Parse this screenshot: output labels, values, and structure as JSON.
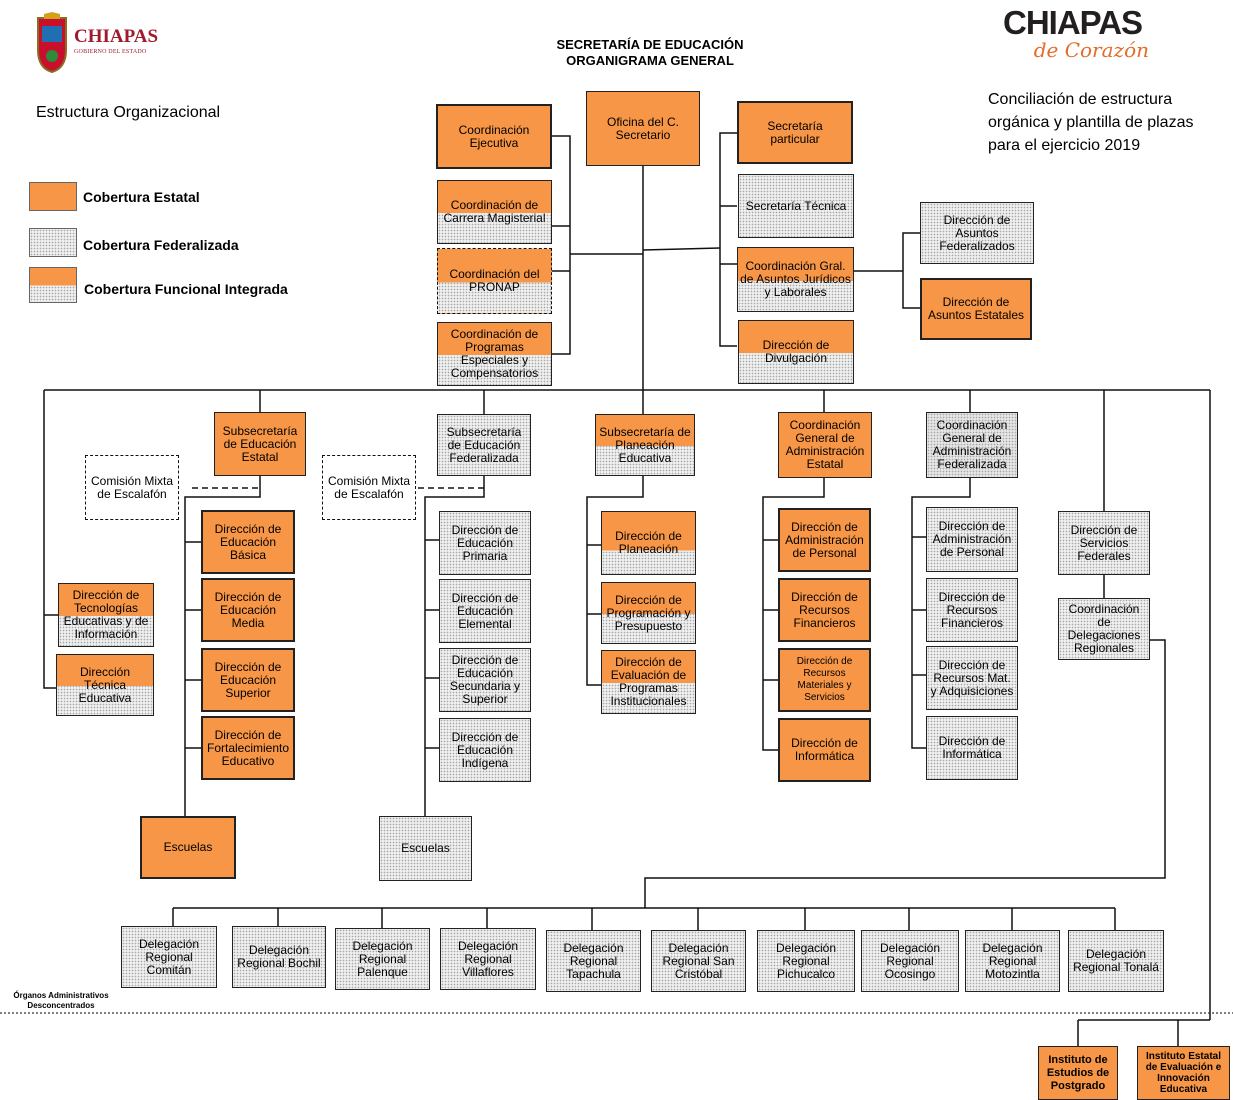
{
  "header": {
    "title_line1": "SECRETARÍA DE EDUCACIÓN",
    "title_line2": "ORGANIGRAMA GENERAL",
    "left_logo_text": "CHIAPAS",
    "left_logo_sub": "GOBIERNO DEL ESTADO",
    "right_logo_text": "CHIAPAS",
    "right_logo_script": "de Corazón",
    "subtitle_left": "Estructura Organizacional",
    "note_right": "Conciliación de estructura orgánica y plantilla de plazas para el ejercicio 2019"
  },
  "legend": [
    {
      "label": "Cobertura Estatal",
      "type": "estatal"
    },
    {
      "label": "Cobertura Federalizada",
      "type": "federalizada"
    },
    {
      "label": "Cobertura Funcional Integrada",
      "type": "funcional"
    }
  ],
  "colors": {
    "estatal": "#f79646",
    "federalizada": "#efefef",
    "line": "#111111"
  },
  "footer_label": "Órganos Administrativos Desconcentrados",
  "units": {
    "oficina": "Oficina del C. Secretario",
    "coord_ejecutiva": "Coordinación Ejecutiva",
    "coord_carrera": "Coordinación de Carrera Magisterial",
    "coord_pronap": "Coordinación del PRONAP",
    "coord_programas": "Coordinación de Programas Especiales y Compensatorios",
    "sec_particular": "Secretaría particular",
    "sec_tecnica": "Secretaría Técnica",
    "coord_juridicos": "Coordinación Gral. de Asuntos Jurídicos y Laborales",
    "dir_divulgacion": "Dirección de Divulgación",
    "dir_asuntos_fed": "Dirección de Asuntos Federalizados",
    "dir_asuntos_est": "Dirección de Asuntos Estatales",
    "dir_tecnologias": "Dirección de Tecnologías Educativas y de Información",
    "dir_tecnica": "Dirección Técnica Educativa",
    "subsec_estatal": "Subsecretaría de Educación Estatal",
    "comision_1": "Comisión Mixta de Escalafón",
    "dir_basica": "Dirección de Educación Básica",
    "dir_media": "Dirección de Educación Media",
    "dir_superior": "Dirección de Educación Superior",
    "dir_fortalecimiento": "Dirección de Fortalecimiento Educativo",
    "escuelas_1": "Escuelas",
    "subsec_federalizada": "Subsecretaría de Educación Federalizada",
    "comision_2": "Comisión Mixta de Escalafón",
    "dir_primaria": "Dirección de Educación Primaria",
    "dir_elemental": "Dirección de Educación Elemental",
    "dir_secundaria": "Dirección de Educación Secundaria y Superior",
    "dir_indigena": "Dirección de Educación Indígena",
    "escuelas_2": "Escuelas",
    "subsec_planeacion": "Subsecretaría de Planeación Educativa",
    "dir_planeacion": "Dirección de Planeación",
    "dir_programacion": "Dirección de Programación y Presupuesto",
    "dir_evaluacion": "Dirección de Evaluación de Programas Institucionales",
    "coord_admin_estatal": "Coordinación General de Administración Estatal",
    "dir_personal_e": "Dirección de Administración de Personal",
    "dir_financieros_e": "Dirección de Recursos Financieros",
    "dir_materiales_e": "Dirección de Recursos Materiales y Servicios",
    "dir_informatica_e": "Dirección de Informática",
    "coord_admin_fed": "Coordinación General de Administración Federalizada",
    "dir_personal_f": "Dirección de Administración de Personal",
    "dir_financieros_f": "Dirección de Recursos Financieros",
    "dir_materiales_f": "Dirección de Recursos Mat. y Adquisiciones",
    "dir_informatica_f": "Dirección de Informática",
    "dir_servicios_fed": "Dirección de Servicios Federales",
    "coord_delegaciones": "Coordinación de Delegaciones Regionales",
    "instituto_postgrado": "Instituto de Estudios de Postgrado",
    "instituto_evaluacion": "Instituto Estatal de Evaluación e Innovación Educativa"
  },
  "delegaciones": [
    "Delegación Regional Comitán",
    "Delegación Regional Bochil",
    "Delegación Regional Palenque",
    "Delegación Regional Villaflores",
    "Delegación Regional Tapachula",
    "Delegación Regional San Cristóbal",
    "Delegación Regional Pichucalco",
    "Delegación Regional Ocosingo",
    "Delegación Regional Motozintla",
    "Delegación Regional Tonalá"
  ]
}
